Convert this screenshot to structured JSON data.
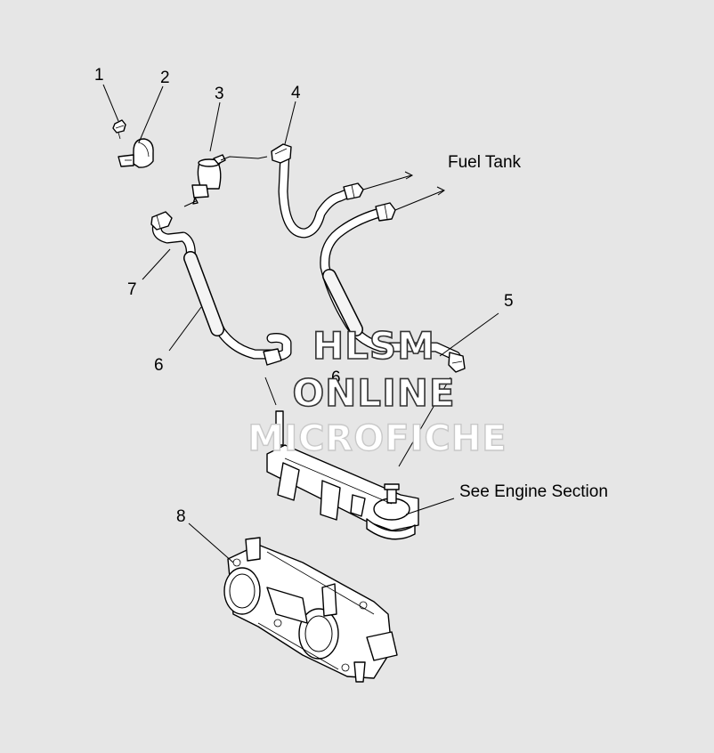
{
  "callouts": [
    {
      "num": "1"
    },
    {
      "num": "2"
    },
    {
      "num": "3"
    },
    {
      "num": "4"
    },
    {
      "num": "5"
    },
    {
      "num": "6"
    },
    {
      "num": "6"
    },
    {
      "num": "7"
    },
    {
      "num": "8"
    }
  ],
  "labels": {
    "fuel_tank": "Fuel Tank",
    "engine_section": "See Engine Section"
  },
  "watermark": {
    "line1": "HLSM",
    "line2": "ONLINE",
    "line3": "MICROFICHE"
  },
  "colors": {
    "background": "#e6e6e6",
    "ink": "#000000",
    "watermark_fill": "#ffffff",
    "watermark_stroke": "#333333",
    "watermark_faint": "#c8c8c8"
  }
}
